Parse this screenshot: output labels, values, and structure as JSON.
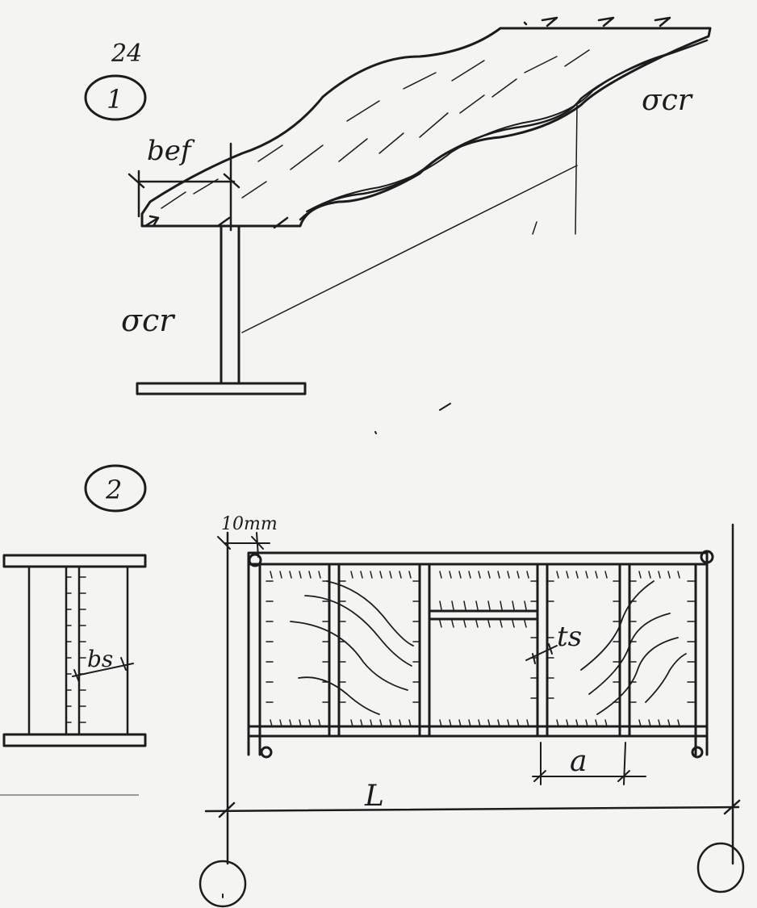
{
  "sketch": {
    "page_number": "24",
    "figure1": {
      "number": "1",
      "label_width": "bef",
      "label_stress_right": "σcr",
      "label_stress_left": "σcr"
    },
    "figure2": {
      "number": "2",
      "label_stiffener_width": "bs",
      "label_gap": "10mm",
      "label_stiffener_thickness": "ts",
      "label_spacing": "a",
      "label_length": "L"
    }
  },
  "colors": {
    "ink": "#1c1c1c",
    "paper": "#f4f4f2",
    "rule": "#9a9a9a"
  }
}
